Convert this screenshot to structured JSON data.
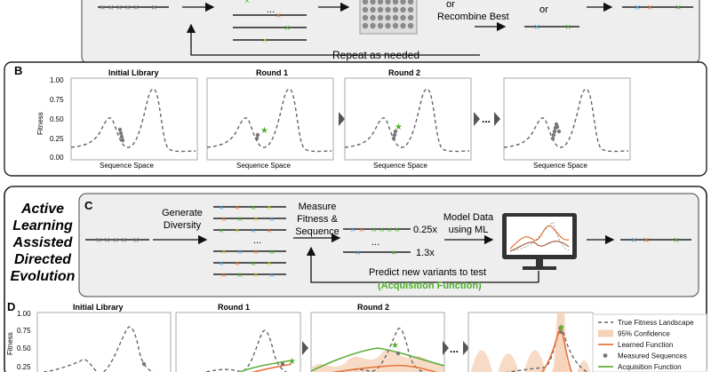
{
  "panel_labels": {
    "b": "B",
    "c": "C",
    "d": "D"
  },
  "top_flow": {
    "or_top": "or",
    "recombine_best": "Recombine Best",
    "or_right": "or",
    "repeat": "Repeat as needed",
    "ellipsis": "..."
  },
  "panel_b": {
    "titles": [
      "Initial Library",
      "Round 1",
      "Round 2"
    ],
    "xlabel": "Sequence Space",
    "ylabel": "Fitness",
    "yticks": [
      "1.00",
      "0.75",
      "0.50",
      "0.25",
      "0.00"
    ],
    "ellipsis": "..."
  },
  "al_title": [
    "Active",
    "Learning",
    "Assisted",
    "Directed",
    "Evolution"
  ],
  "panel_c": {
    "generate": [
      "Generate",
      "Diversity"
    ],
    "measure": [
      "Measure",
      "Fitness &",
      "Sequence"
    ],
    "model": [
      "Model Data",
      "using ML"
    ],
    "fold_top": "0.25x",
    "fold_bottom": "1.3x",
    "predict": "Predict new variants to test",
    "acquisition": "(Acquisition Function)",
    "ellipsis": "..."
  },
  "panel_d": {
    "titles": [
      "Initial Library",
      "Round 1",
      "Round 2"
    ],
    "ylabel": "Fitness",
    "yticks": [
      "1.00",
      "0.75",
      "0.50",
      "0.25"
    ],
    "ellipsis": "..."
  },
  "legend": [
    {
      "label": "True Fitness Landscape",
      "color": "#666666",
      "style": "dashed"
    },
    {
      "label": "95% Confidence",
      "color": "#f5d2b8",
      "style": "patch"
    },
    {
      "label": "Learned Function",
      "color": "#e8743b",
      "style": "line"
    },
    {
      "label": "Measured Sequences",
      "color": "#777777",
      "style": "dot"
    },
    {
      "label": "Acquisition Function",
      "color": "#5fae3c",
      "style": "line"
    }
  ],
  "colors": {
    "accent_green": "#4caf2a",
    "orange": "#e8743b",
    "blue": "#4aa3d8",
    "grey": "#777777"
  }
}
